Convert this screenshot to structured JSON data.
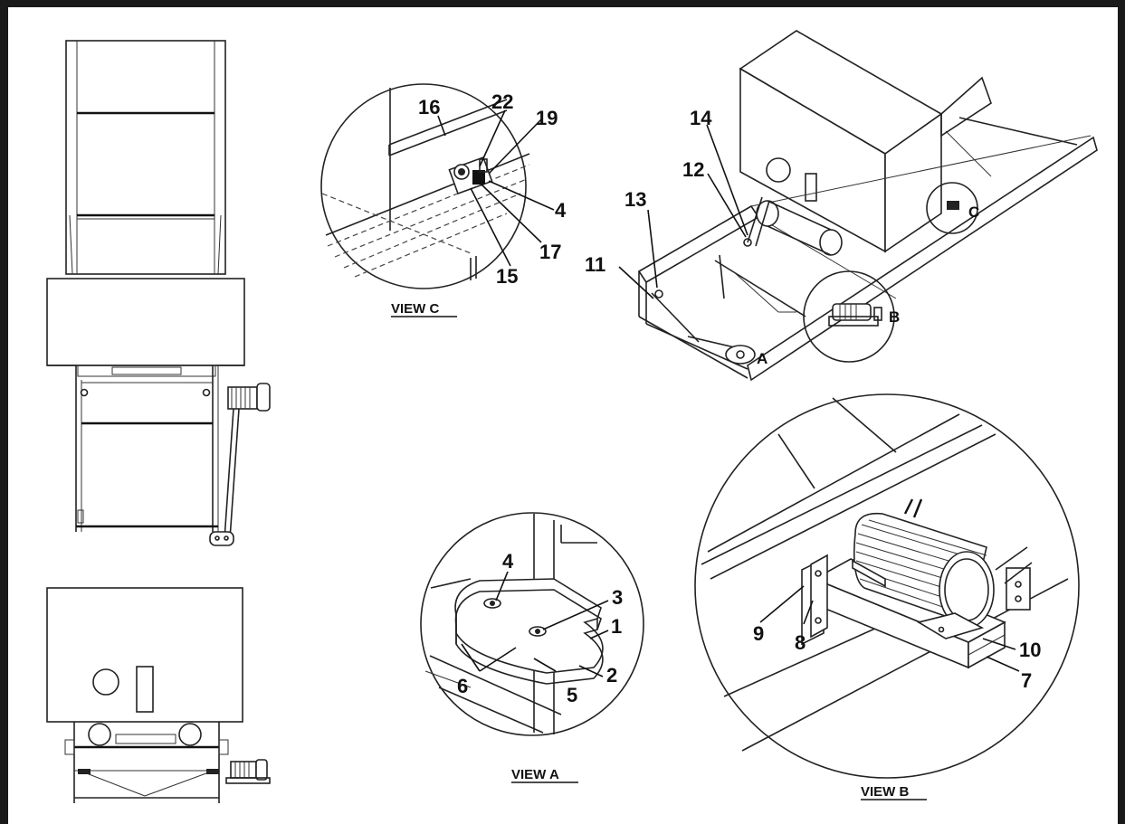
{
  "views": {
    "view_a": {
      "title": "VIEW A",
      "callouts": [
        "4",
        "3",
        "1",
        "2",
        "5",
        "6"
      ]
    },
    "view_b": {
      "title": "VIEW B",
      "callouts": [
        "9",
        "8",
        "10",
        "7"
      ]
    },
    "view_c": {
      "title": "VIEW C",
      "callouts": [
        "16",
        "22",
        "19",
        "4",
        "17",
        "15"
      ]
    }
  },
  "isometric": {
    "callouts": [
      "14",
      "12",
      "13",
      "11"
    ],
    "detail_markers": [
      "A",
      "B",
      "C"
    ]
  }
}
